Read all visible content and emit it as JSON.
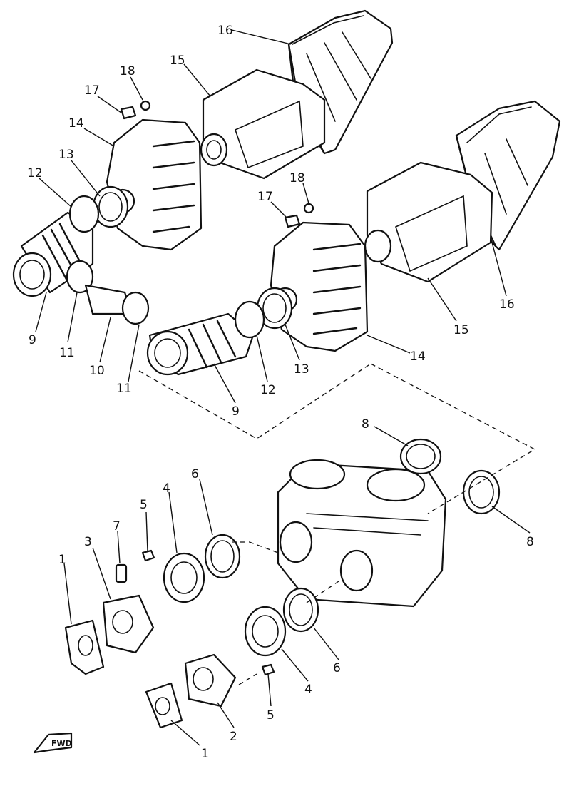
{
  "diagram": {
    "callouts": [
      {
        "id": "c16a",
        "label": "16"
      },
      {
        "id": "c15a",
        "label": "15"
      },
      {
        "id": "c18a",
        "label": "18"
      },
      {
        "id": "c17a",
        "label": "17"
      },
      {
        "id": "c14a",
        "label": "14"
      },
      {
        "id": "c13a",
        "label": "13"
      },
      {
        "id": "c12a",
        "label": "12"
      },
      {
        "id": "c9a",
        "label": "9"
      },
      {
        "id": "c11a",
        "label": "11"
      },
      {
        "id": "c10",
        "label": "10"
      },
      {
        "id": "c11b",
        "label": "11"
      },
      {
        "id": "c9b",
        "label": "9"
      },
      {
        "id": "c12b",
        "label": "12"
      },
      {
        "id": "c13b",
        "label": "13"
      },
      {
        "id": "c14b",
        "label": "14"
      },
      {
        "id": "c15b",
        "label": "15"
      },
      {
        "id": "c16b",
        "label": "16"
      },
      {
        "id": "c18b",
        "label": "18"
      },
      {
        "id": "c17b",
        "label": "17"
      },
      {
        "id": "c8a",
        "label": "8"
      },
      {
        "id": "c8b",
        "label": "8"
      },
      {
        "id": "c6a",
        "label": "6"
      },
      {
        "id": "c4a",
        "label": "4"
      },
      {
        "id": "c5a",
        "label": "5"
      },
      {
        "id": "c7",
        "label": "7"
      },
      {
        "id": "c3",
        "label": "3"
      },
      {
        "id": "c1a",
        "label": "1"
      },
      {
        "id": "c6b",
        "label": "6"
      },
      {
        "id": "c4b",
        "label": "4"
      },
      {
        "id": "c5b",
        "label": "5"
      },
      {
        "id": "c2",
        "label": "2"
      },
      {
        "id": "c1b",
        "label": "1"
      }
    ],
    "fwd_label": "FWD"
  }
}
